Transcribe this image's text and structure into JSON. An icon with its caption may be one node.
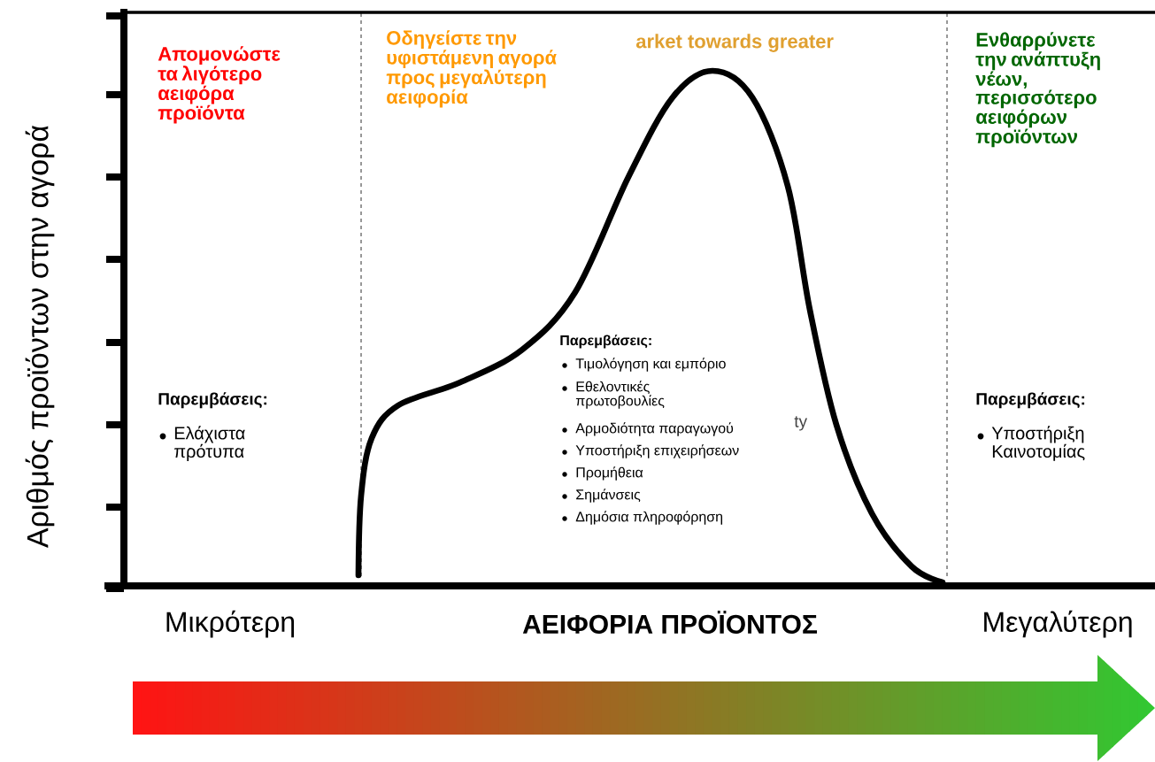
{
  "diagram": {
    "labels": [
      "Αριθμός προϊόντων στην αγορά",
      "Απομονώστε τα λιγότερο αειφόρα προϊόντα",
      "Οδηγείστε την υφιστάμενη αγορά προς μεγαλύτερη αειφορία",
      "arket towards greater",
      "Ενθαρρύνετε την ανάπτυξη νέων, περισσότερο αειφόρων προϊόντων",
      "Παρεμβάσεις:",
      "Τιμολόγηση και εμπόριο",
      "Εθελοντικές πρωτοβουλίες",
      "Αρμοδιότητα παραγωγού",
      "Υποστήριξη επιχειρήσεων",
      "Προμήθεια",
      "Σημάνσεις",
      "Δημόσια πληροφόρηση",
      "ty",
      "Παρεμβάσεις:",
      "Ελάχιστα πρότυπα",
      "Παρεμβάσεις:",
      "Υποστήριξη Καινοτομίας",
      "Μικρότερη",
      "ΑΕΙΦΟΡΙΑ ΠΡΟΪΟΝΤΟΣ",
      "Μεγαλύτερη"
    ]
  }
}
